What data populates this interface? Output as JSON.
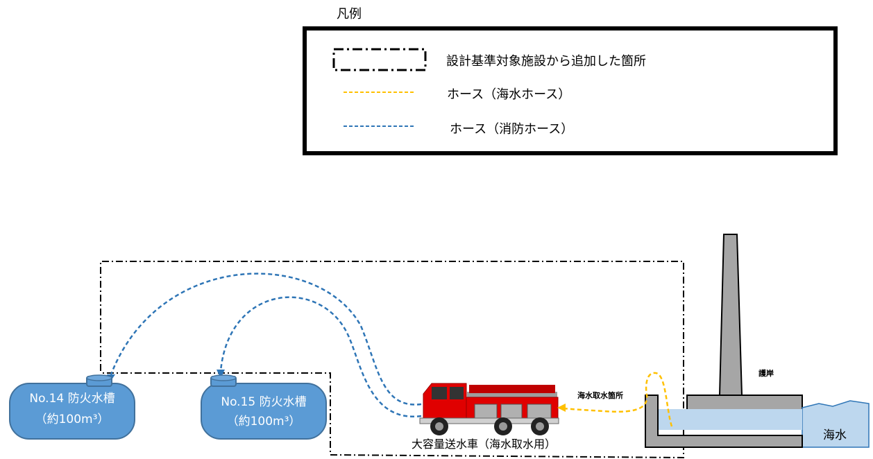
{
  "legend": {
    "title": "凡例",
    "items": [
      {
        "label": "設計基準対象施設から追加した箇所",
        "style": "dash-dot-black",
        "color": "#000000"
      },
      {
        "label": "ホース（海水ホース）",
        "style": "dashed",
        "color": "#FFC000"
      },
      {
        "label": "ホース（消防ホース）",
        "style": "dashed",
        "color": "#2E75B6"
      }
    ]
  },
  "diagram": {
    "tanks": [
      {
        "name": "No.14 防火水槽",
        "capacity": "（約100m³）"
      },
      {
        "name": "No.15 防火水槽",
        "capacity": "（約100m³）"
      }
    ],
    "truck_label": "大容量送水車（海水取水用）",
    "intake_label": "海水取水箇所",
    "seawall_label": "護岸",
    "sea_label": "海水"
  },
  "colors": {
    "tank_fill": "#5B9BD5",
    "tank_stroke": "#41719C",
    "truck_red": "#E00000",
    "sea_blue": "#BDD7EE",
    "concrete": "#A6A6A6"
  }
}
